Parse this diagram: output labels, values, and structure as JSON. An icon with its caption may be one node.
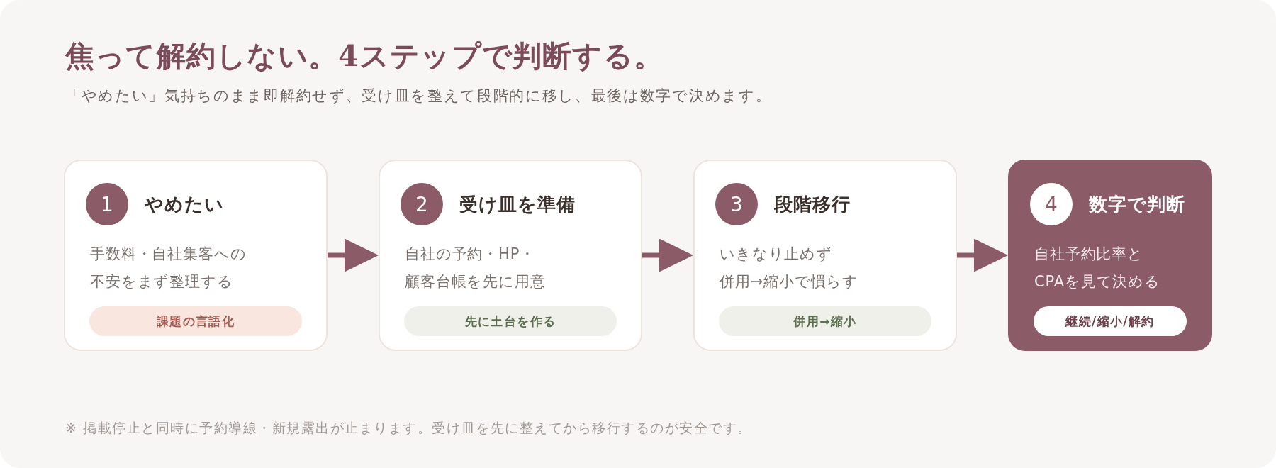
{
  "diagram": {
    "title": "焦って解約しない。4ステップで判断する。",
    "nodes": [
      {
        "text": [
          "1",
          "やめたい",
          "手数料・自社集客への不安をまず整理する",
          "課題の言語化"
        ]
      },
      {
        "text": [
          "2",
          "受け皿を準備",
          "自社の予約・HP・顧客台帳を先に用意",
          "先に土台を作る"
        ]
      },
      {
        "text": [
          "3",
          "段階移行",
          "いきなり止めず併用→縮小で慣らす",
          "併用→縮小"
        ]
      },
      {
        "text": [
          "4",
          "数字で判断",
          "自社予約比率とCPAを見て決める",
          "継続/縮小/解約"
        ]
      }
    ],
    "edges": [
      {
        "from": 0,
        "to": 1,
        "arrow": "to"
      },
      {
        "from": 1,
        "to": 2,
        "arrow": "to"
      },
      {
        "from": 2,
        "to": 3,
        "arrow": "to"
      }
    ],
    "labels": [
      "「やめたい」気持ちのまま即解約せず、受け皿を整えて段階的に移し、最後は数字で決めます。",
      "※ 掲載停止と同時に予約導線・新規露出が止まります。受け皿を先に整えてから移行するのが安全です。"
    ]
  }
}
